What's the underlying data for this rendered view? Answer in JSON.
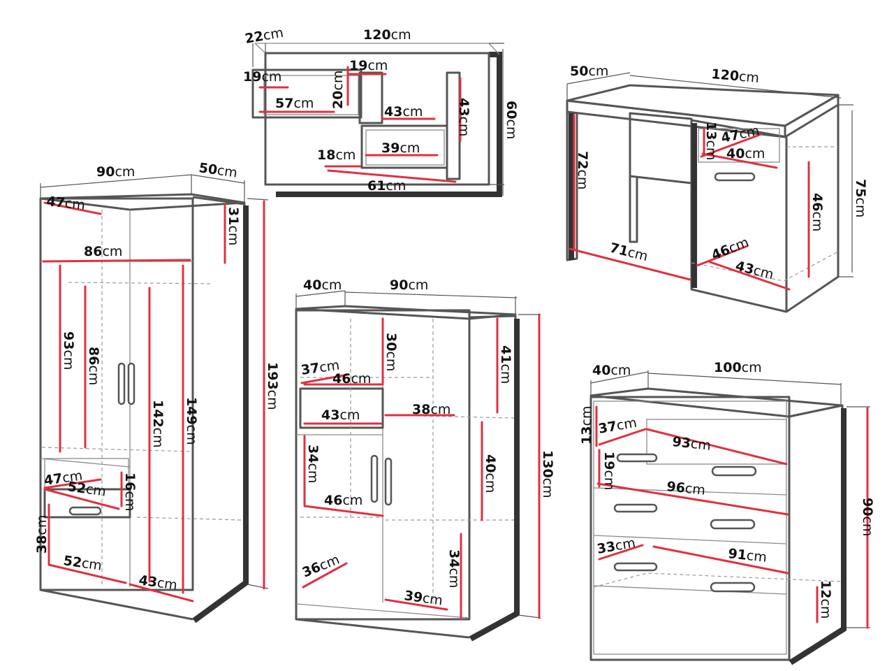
{
  "unit": "cm",
  "colors": {
    "dimension_line": "#e03040",
    "furniture_outline": "#555555",
    "background": "#ffffff"
  },
  "labels": {
    "shelf_22": "22",
    "shelf_120": "120",
    "shelf_19a": "19",
    "shelf_19b": "19",
    "shelf_20": "20",
    "shelf_57": "57",
    "shelf_43a": "43",
    "shelf_43b": "43",
    "shelf_60": "60",
    "shelf_18": "18",
    "shelf_39": "39",
    "shelf_61": "61",
    "desk_50": "50",
    "desk_120": "120",
    "desk_72": "72",
    "desk_13": "13",
    "desk_47": "47",
    "desk_40": "40",
    "desk_75": "75",
    "desk_46a": "46",
    "desk_71": "71",
    "desk_46b": "46",
    "desk_43": "43",
    "ward_90": "90",
    "ward_50": "50",
    "ward_47a": "47",
    "ward_31": "31",
    "ward_86a": "86",
    "ward_93": "93",
    "ward_86b": "86",
    "ward_142": "142",
    "ward_149": "149",
    "ward_193": "193",
    "ward_47b": "47",
    "ward_16": "16",
    "ward_52a": "52",
    "ward_38": "38",
    "ward_52b": "52",
    "ward_43": "43",
    "cab_40": "40",
    "cab_90": "90",
    "cab_30": "30",
    "cab_41": "41",
    "cab_37": "37",
    "cab_46a": "46",
    "cab_43": "43",
    "cab_38": "38",
    "cab_130": "130",
    "cab_34a": "34",
    "cab_40b": "40",
    "cab_46b": "46",
    "cab_36": "36",
    "cab_34b": "34",
    "cab_39": "39",
    "dr_40": "40",
    "dr_100": "100",
    "dr_13": "13",
    "dr_37": "37",
    "dr_93": "93",
    "dr_19": "19",
    "dr_96": "96",
    "dr_90": "90",
    "dr_33": "33",
    "dr_91": "91",
    "dr_12": "12"
  }
}
